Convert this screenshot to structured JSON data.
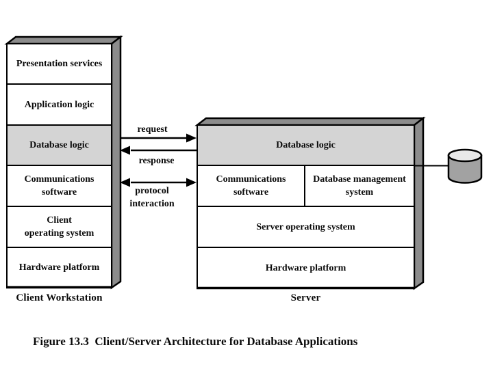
{
  "colors": {
    "face_gray": "#8c8c8c",
    "shaded_cell": "#d4d4d4",
    "cell_white": "#ffffff",
    "cylinder_body": "#a2a2a2",
    "cylinder_top": "#e8e8e8",
    "line_black": "#000000"
  },
  "client": {
    "title": "Client Workstation",
    "layers": [
      {
        "label": "Presentation services"
      },
      {
        "label": "Application logic"
      },
      {
        "label": "Database logic"
      },
      {
        "label": "Communications\nsoftware"
      },
      {
        "label": "Client\noperating system"
      },
      {
        "label": "Hardware platform"
      }
    ]
  },
  "server": {
    "title": "Server",
    "layers": [
      {
        "label": "Database logic"
      },
      {
        "label": "Communications\nsoftware"
      },
      {
        "label": "Database management\nsystem"
      },
      {
        "label": "Server operating system"
      },
      {
        "label": "Hardware platform"
      }
    ]
  },
  "arrows": [
    {
      "label": "request",
      "direction": "right"
    },
    {
      "label": "response",
      "direction": "left"
    },
    {
      "label": "protocol\ninteraction",
      "direction": "both"
    }
  ],
  "database_icon": "database-cylinder",
  "caption": "Figure 13.3  Client/Server Architecture for Database Applications"
}
